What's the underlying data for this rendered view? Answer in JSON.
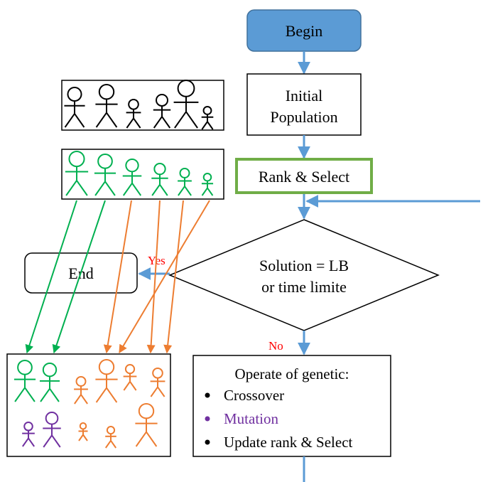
{
  "nodes": {
    "begin": "Begin",
    "initial_line1": "Initial",
    "initial_line2": "Population",
    "rank_select": "Rank & Select",
    "decision_line1": "Solution = LB",
    "decision_line2": "or time limite",
    "end": "End",
    "yes": "Yes",
    "no": "No"
  },
  "operators": {
    "title": "Operate of genetic:",
    "items": [
      {
        "label": "Crossover",
        "color": "#000000"
      },
      {
        "label": "Mutation",
        "color": "#7030A0"
      },
      {
        "label": "Update rank & Select",
        "color": "#000000"
      }
    ]
  },
  "colors": {
    "begin_fill": "#5B9BD5",
    "flow_arrow": "#5B9BD5",
    "rank_border": "#70AD47",
    "selected": "#00B050",
    "crossover": "#ED7D31",
    "mutation": "#7030A0",
    "yes_no": "#FF0000"
  }
}
